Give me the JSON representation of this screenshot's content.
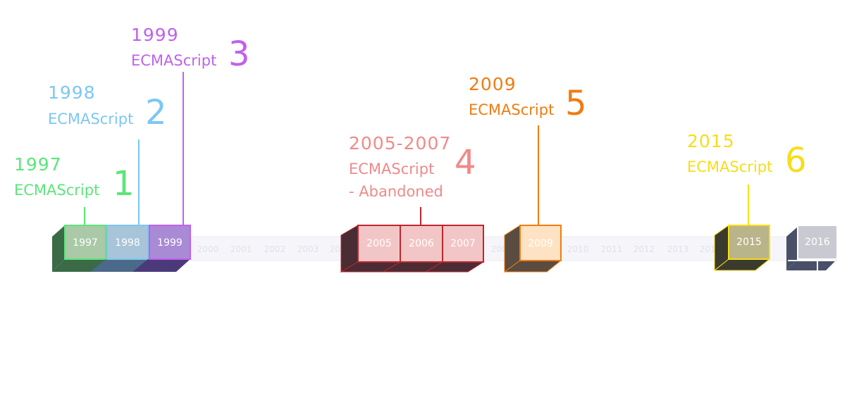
{
  "faint_years": [
    "2000",
    "2001",
    "2002",
    "2003",
    "2004",
    "2008",
    "2010",
    "2011",
    "2012",
    "2013",
    "2014"
  ],
  "releases": [
    {
      "id": "es1",
      "box_years": [
        "1997"
      ],
      "year_label": "1997",
      "name": "ECMAScript",
      "number": "1",
      "note": "",
      "color": "#5ce67a",
      "box_fill": "#a9c9a7",
      "side": "#3a6a46"
    },
    {
      "id": "es2",
      "box_years": [
        "1998"
      ],
      "year_label": "1998",
      "name": "ECMAScript",
      "number": "2",
      "note": "",
      "color": "#7cc8f2",
      "box_fill": "#a8c4d8",
      "side": "#4b6a8a"
    },
    {
      "id": "es3",
      "box_years": [
        "1999"
      ],
      "year_label": "1999",
      "name": "ECMAScript",
      "number": "3",
      "note": "",
      "color": "#c061ec",
      "box_fill": "#a98ad4",
      "side": "#4b3a7a"
    },
    {
      "id": "es4",
      "box_years": [
        "2005",
        "2006",
        "2007"
      ],
      "year_label": "2005-2007",
      "name": "ECMAScript",
      "number": "4",
      "note": "- Abandoned",
      "color": "#f08a8a",
      "box_fill": "#f2c6c6",
      "border": "#c0262e",
      "side": "#4a2c34"
    },
    {
      "id": "es5",
      "box_years": [
        "2009"
      ],
      "year_label": "2009",
      "name": "ECMAScript",
      "number": "5",
      "note": "",
      "color": "#ef7c12",
      "box_fill": "#fde3c4",
      "side": "#5a4c40"
    },
    {
      "id": "es6",
      "box_years": [
        "2015"
      ],
      "year_label": "2015",
      "name": "ECMAScript",
      "number": "6",
      "note": "",
      "color": "#f7dd1a",
      "box_fill": "#b9b48a",
      "side": "#3a3a2e"
    }
  ],
  "future": {
    "year": "2016",
    "box_fill": "#c9cad1",
    "side": "#4a5068"
  }
}
